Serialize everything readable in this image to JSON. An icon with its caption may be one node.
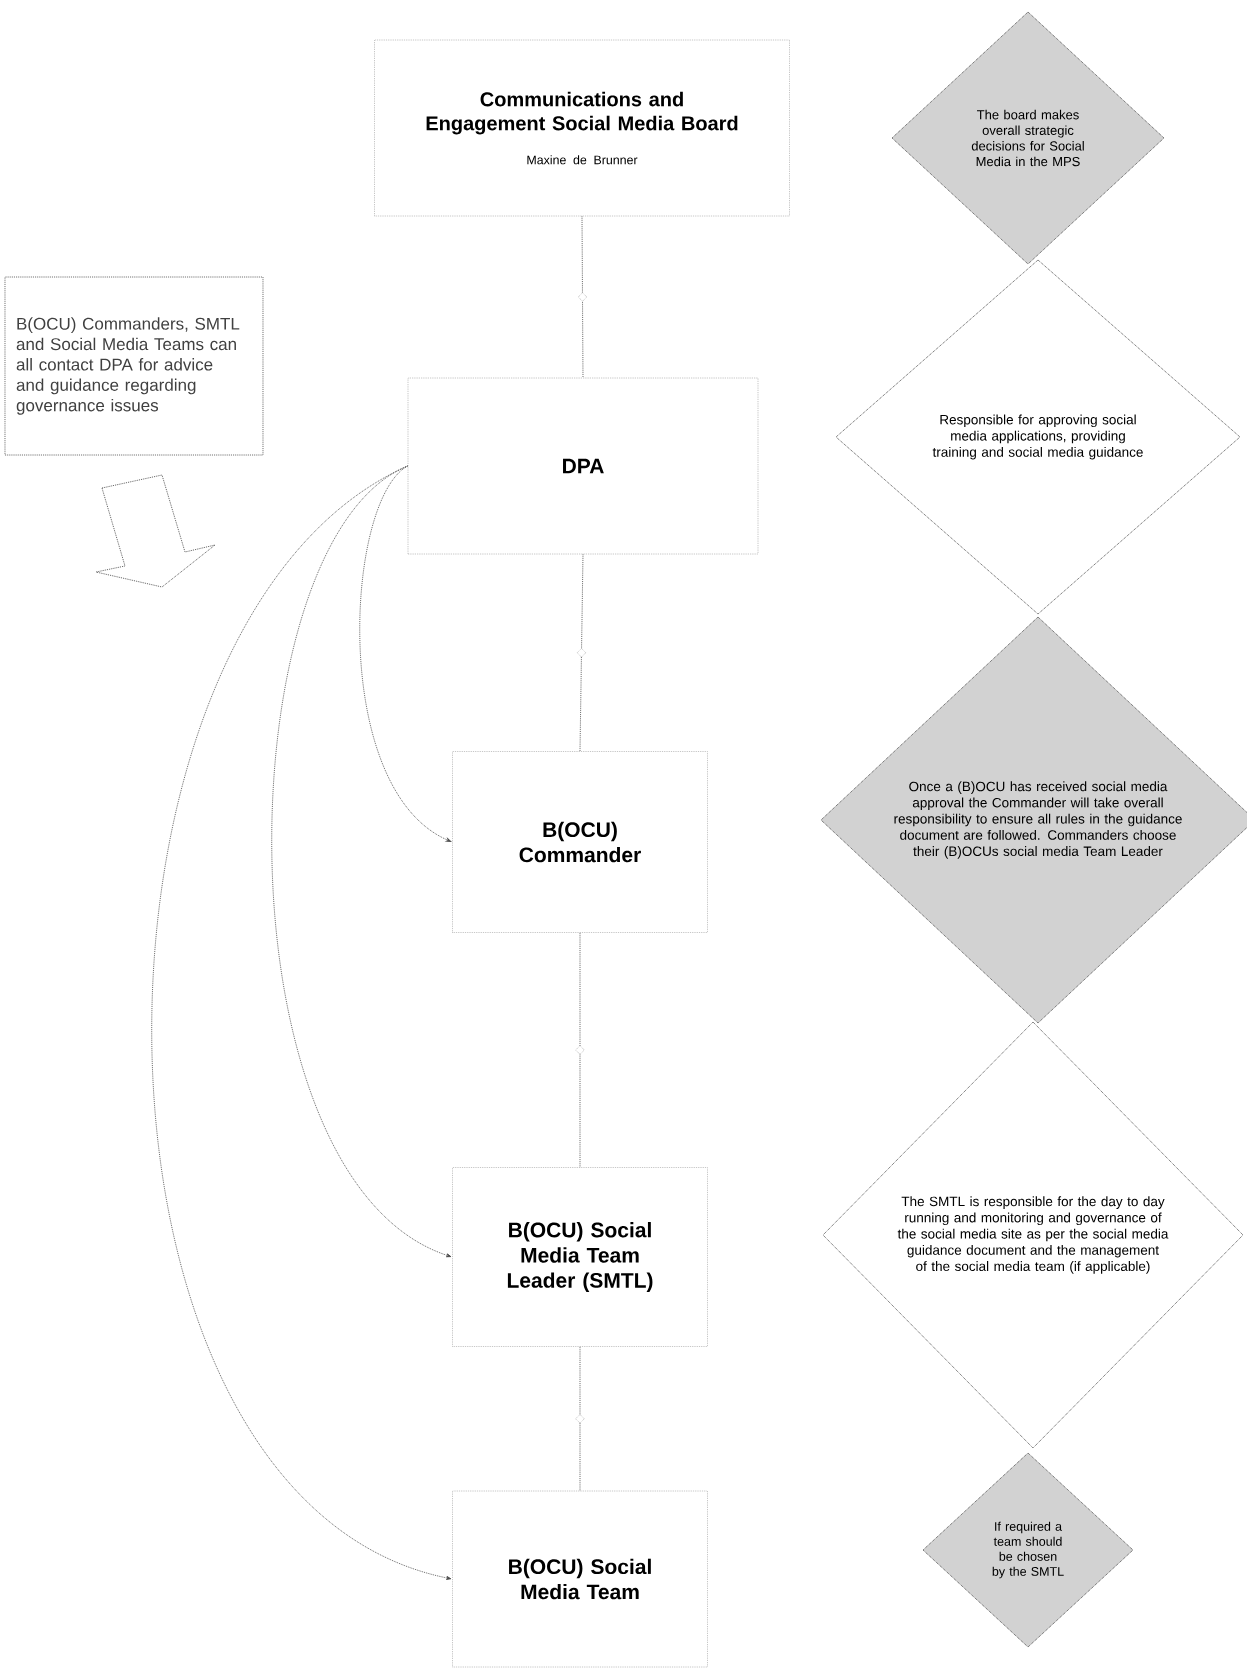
{
  "diagram": {
    "nodes": [
      {
        "text": [
          "Communications and Engagement Social Media Board",
          "Maxine de Brunner"
        ]
      },
      {
        "text": [
          "The board makes overall strategic decisions for Social Media in the MPS"
        ]
      },
      {
        "text": [
          "B(OCU) Commanders, SMTL and Social Media Teams can all contact DPA for advice and guidance regarding governance issues"
        ]
      },
      {
        "text": [
          "DPA"
        ]
      },
      {
        "text": [
          "Responsible for approving social media applications, providing training and social media guidance"
        ]
      },
      {
        "text": [
          "B(OCU) Commander"
        ]
      },
      {
        "text": [
          "Once a (B)OCU has received social media approval the Commander will take overall responsibility to ensure all rules in the guidance document are followed. Commanders choose their (B)OCUs social media Team Leader"
        ]
      },
      {
        "text": [
          "B(OCU) Social Media Team Leader (SMTL)"
        ]
      },
      {
        "text": [
          "The SMTL is responsible for the day to day running and monitoring and governance of the social media site as per the social media guidance document and the management of the social media team (if applicable)"
        ]
      },
      {
        "text": [
          "B(OCU) Social Media Team"
        ]
      },
      {
        "text": [
          "If required a team should be chosen by the SMTL"
        ]
      }
    ],
    "edges": [
      {
        "from": 0,
        "to": 3,
        "arrow": "none"
      },
      {
        "from": 3,
        "to": 5,
        "arrow": "none"
      },
      {
        "from": 5,
        "to": 7,
        "arrow": "none"
      },
      {
        "from": 7,
        "to": 9,
        "arrow": "none"
      },
      {
        "from": 3,
        "to": 5,
        "arrow": "to"
      },
      {
        "from": 3,
        "to": 7,
        "arrow": "to"
      },
      {
        "from": 3,
        "to": 9,
        "arrow": "to"
      }
    ]
  }
}
